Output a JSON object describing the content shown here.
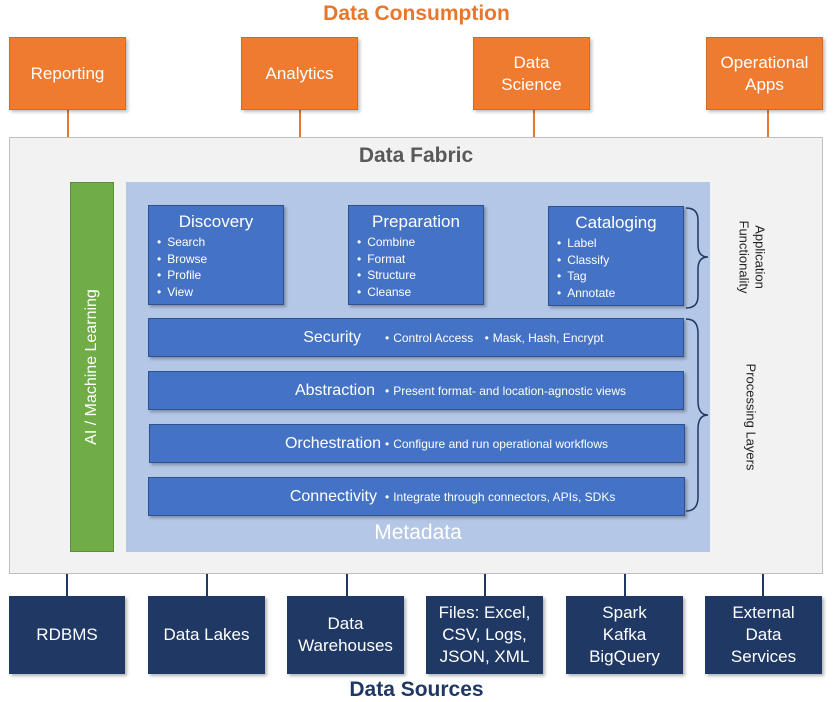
{
  "titles": {
    "consumption": "Data Consumption",
    "fabric": "Data Fabric",
    "sources": "Data Sources",
    "metadata": "Metadata",
    "ai_ml": "AI / Machine Learning"
  },
  "consumers": [
    {
      "line1": "Reporting",
      "line2": ""
    },
    {
      "line1": "Analytics",
      "line2": ""
    },
    {
      "line1": "Data",
      "line2": "Science"
    },
    {
      "line1": "Operational",
      "line2": "Apps"
    }
  ],
  "functions": [
    {
      "title": "Discovery",
      "items": [
        "Search",
        "Browse",
        "Profile",
        "View"
      ]
    },
    {
      "title": "Preparation",
      "items": [
        "Combine",
        "Format",
        "Structure",
        "Cleanse"
      ]
    },
    {
      "title": "Cataloging",
      "items": [
        "Label",
        "Classify",
        "Tag",
        "Annotate"
      ]
    }
  ],
  "layers": [
    {
      "name": "Security",
      "desc1": "Control Access",
      "desc2": "Mask, Hash, Encrypt"
    },
    {
      "name": "Abstraction",
      "desc1": "Present format- and location-agnostic views",
      "desc2": ""
    },
    {
      "name": "Orchestration",
      "desc1": "Configure and run operational workflows",
      "desc2": ""
    },
    {
      "name": "Connectivity",
      "desc1": "Integrate through connectors, APIs, SDKs",
      "desc2": ""
    }
  ],
  "brace_labels": {
    "application_line1": "Application",
    "application_line2": "Functionality",
    "processing": "Processing Layers"
  },
  "sources": [
    {
      "lines": [
        "RDBMS"
      ]
    },
    {
      "lines": [
        "Data Lakes"
      ]
    },
    {
      "lines": [
        "Data",
        "Warehouses"
      ]
    },
    {
      "lines": [
        "Files: Excel,",
        "CSV, Logs,",
        "JSON, XML"
      ]
    },
    {
      "lines": [
        "Spark",
        "Kafka",
        "BigQuery"
      ]
    },
    {
      "lines": [
        "External",
        "Data",
        "Services"
      ]
    }
  ],
  "colors": {
    "consumption": "#EE7B30",
    "sources": "#1F3864",
    "function_box": "#4472C4",
    "metadata_bg": "#B4C7E7",
    "ai_ml": "#70AD47",
    "fabric_bg": "#F2F2F2"
  }
}
